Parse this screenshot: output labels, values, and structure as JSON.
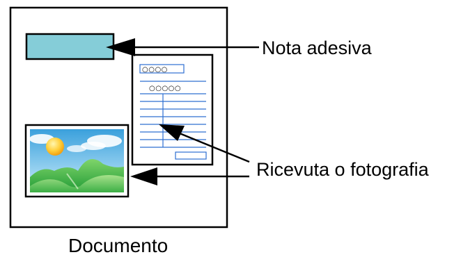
{
  "labels": {
    "sticky_note": "Nota adesiva",
    "receipt_or_photo": "Ricevuta o fotografia",
    "document": "Documento"
  },
  "receipt": {
    "header_marks": "○○○○",
    "subheader_marks": "○○○○○"
  },
  "colors": {
    "sticky_note_fill": "#85cdd8",
    "receipt_lines": "#2d6fd1",
    "outline": "#000000"
  }
}
